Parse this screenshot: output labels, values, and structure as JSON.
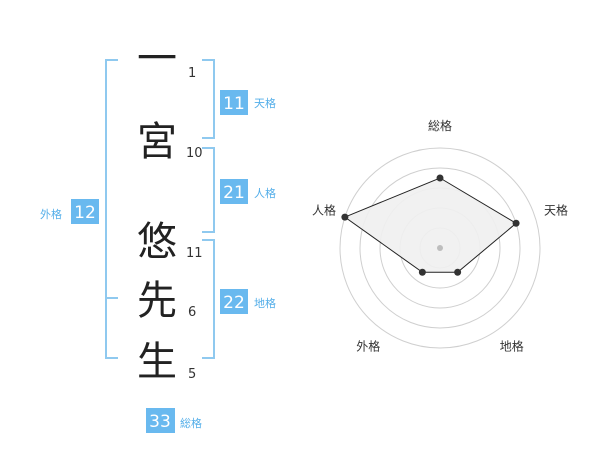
{
  "name_chars": [
    {
      "char": "一",
      "strokes": "1"
    },
    {
      "char": "宮",
      "strokes": "10"
    },
    {
      "char": "悠",
      "strokes": "11"
    },
    {
      "char": "先",
      "strokes": "6"
    },
    {
      "char": "生",
      "strokes": "5"
    }
  ],
  "fortunes": {
    "tenkaku": {
      "label": "天格",
      "value": "11"
    },
    "jinkaku": {
      "label": "人格",
      "value": "21"
    },
    "chikaku": {
      "label": "地格",
      "value": "22"
    },
    "gaikaku": {
      "label": "外格",
      "value": "12"
    },
    "soukaku": {
      "label": "総格",
      "value": "33"
    }
  },
  "colors": {
    "accent": "#69b9ef",
    "bracket": "#8fc9ef",
    "text": "#222222"
  },
  "chart_data": {
    "type": "radar",
    "axes": [
      "総格",
      "天格",
      "地格",
      "外格",
      "人格"
    ],
    "values": [
      3.5,
      4.0,
      1.5,
      1.5,
      5.0
    ],
    "rmax": 5,
    "ring_count": 5
  }
}
